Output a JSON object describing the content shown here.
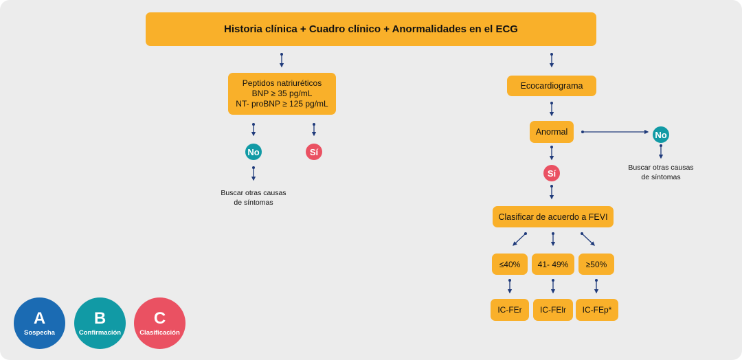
{
  "colors": {
    "box": "#f9b02a",
    "teal": "#119aa5",
    "red": "#ea5162",
    "blue": "#1b6bb3",
    "arrow": "#1f3a7a"
  },
  "top_box": "Historia clínica + Cuadro clínico + Anormalidades en el ECG",
  "left": {
    "peptides_line1": "Peptidos natriuréticos",
    "peptides_line2": "BNP ≥ 35 pg/mL",
    "peptides_line3": "NT- proBNP ≥ 125 pg/mL",
    "no": "No",
    "si": "Sí",
    "note": "Buscar otras causas\nde síntomas"
  },
  "right": {
    "echo": "Ecocardiograma",
    "abnormal": "Anormal",
    "no": "No",
    "si": "Sí",
    "note": "Buscar otras causas\nde síntomas",
    "classify": "Clasificar de acuerdo a FEVI",
    "fevi": [
      "≤40%",
      "41- 49%",
      "≥50%"
    ],
    "types": [
      "IC-FEr",
      "IC-FElr",
      "IC-FEp*"
    ]
  },
  "legend": [
    {
      "letter": "A",
      "word": "Sospecha"
    },
    {
      "letter": "B",
      "word": "Confirmación"
    },
    {
      "letter": "C",
      "word": "Clasificación"
    }
  ]
}
